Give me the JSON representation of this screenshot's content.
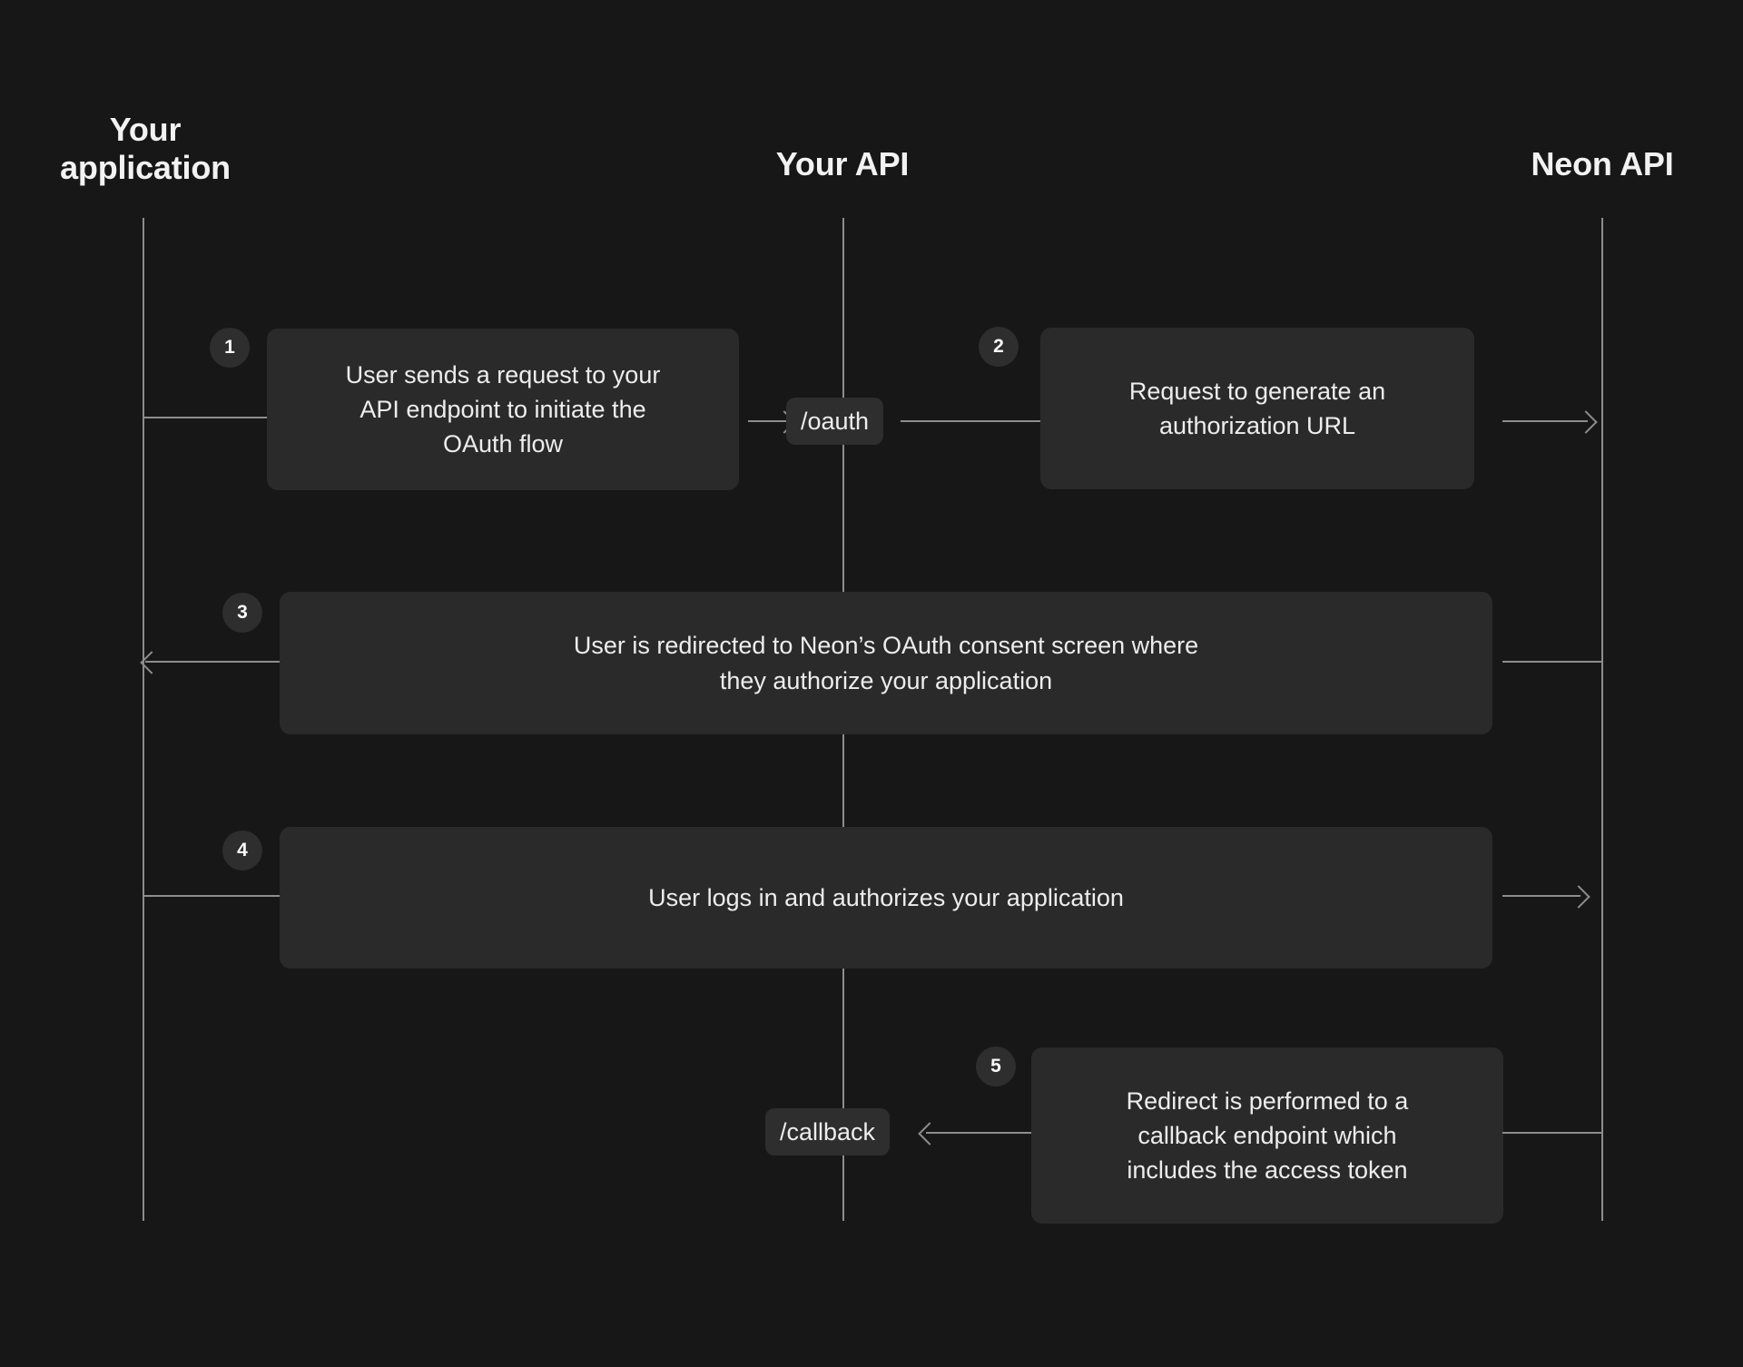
{
  "diagram": {
    "title": "Neon OAuth flow sequence diagram",
    "background_color": "#171717",
    "box_color": "#2a2a2a",
    "chip_color": "#2e2e2e",
    "line_color": "#8d8d8d",
    "text_color": "#ededed"
  },
  "lanes": [
    {
      "id": "your-application",
      "label": "Your\napplication"
    },
    {
      "id": "your-api",
      "label": "Your API"
    },
    {
      "id": "neon-api",
      "label": "Neon API"
    }
  ],
  "steps": [
    {
      "number": "1",
      "text": "User sends a request to your\nAPI endpoint to initiate the\nOAuth flow",
      "from": "your-application",
      "to": "your-api"
    },
    {
      "number": "2",
      "text": "Request to generate an\nauthorization URL",
      "from": "your-api",
      "to": "neon-api"
    },
    {
      "number": "3",
      "text": "User is redirected to Neon’s OAuth consent screen where\nthey authorize your application",
      "from": "neon-api",
      "to": "your-application"
    },
    {
      "number": "4",
      "text": "User logs in and authorizes your application",
      "from": "your-application",
      "to": "neon-api"
    },
    {
      "number": "5",
      "text": "Redirect is performed to a\ncallback endpoint which\nincludes the access token",
      "from": "neon-api",
      "to": "your-api"
    }
  ],
  "endpoints": [
    {
      "id": "oauth",
      "label": "/oauth",
      "lane": "your-api"
    },
    {
      "id": "callback",
      "label": "/callback",
      "lane": "your-api"
    }
  ]
}
